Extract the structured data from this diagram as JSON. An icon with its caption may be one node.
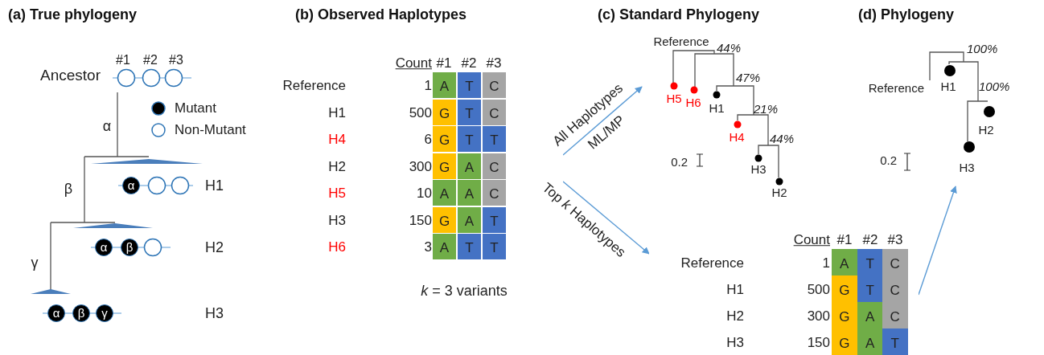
{
  "diagram": {
    "nodes": [
      {
        "text": [],
        "shape": "table"
      },
      {
        "text": [],
        "shape": "tree"
      },
      {
        "text": [],
        "shape": "table"
      },
      {
        "text": [],
        "shape": "tree"
      }
    ],
    "edges": [
      {
        "from": 0,
        "to": 1,
        "arrow": "to",
        "label": "All Haplotypes"
      },
      {
        "from": 0,
        "to": 2,
        "arrow": "to",
        "label": "Top *k* Haplotypes"
      },
      {
        "from": 2,
        "to": 3,
        "arrow": "to"
      }
    ],
    "labels": [
      "(a) True phylogeny",
      "(b) Observed Haplotypes",
      "(c) Standard Phylogeny",
      "(d) Phylogeny",
      "#1",
      "#2",
      "#3",
      "Ancestor",
      "α",
      "α",
      "H1",
      "β",
      "α",
      "β",
      "H2",
      "γ",
      "α",
      "β",
      "γ",
      "H3",
      "Count",
      "#1",
      "#2",
      "#3",
      "Reference",
      "1",
      "A",
      "T",
      "C",
      "H1",
      "500",
      "G",
      "T",
      "C",
      "H4",
      "6",
      "G",
      "T",
      "T",
      "H2",
      "300",
      "G",
      "A",
      "C",
      "H5",
      "10",
      "A",
      "A",
      "C",
      "H3",
      "150",
      "G",
      "A",
      "T",
      "H6",
      "3",
      "A",
      "T",
      "T",
      "*k* = 3 variants",
      "ML/MP",
      "Reference",
      "44%",
      "47%",
      "H5",
      "H6",
      "H1",
      "21%",
      "H4",
      "44%",
      "0.2",
      "H3",
      "H2",
      "100%",
      "Reference",
      "H1",
      "100%",
      "H2",
      "0.2",
      "H3",
      "Count",
      "#1",
      "#2",
      "#3",
      "Reference",
      "1",
      "A",
      "T",
      "C",
      "H1",
      "500",
      "G",
      "T",
      "C",
      "H2",
      "300",
      "G",
      "A",
      "C",
      "H3",
      "150",
      "G",
      "A",
      "T"
    ],
    "legend": [
      {
        "text": "Mutant"
      },
      {
        "text": "Non-Mutant"
      }
    ]
  }
}
